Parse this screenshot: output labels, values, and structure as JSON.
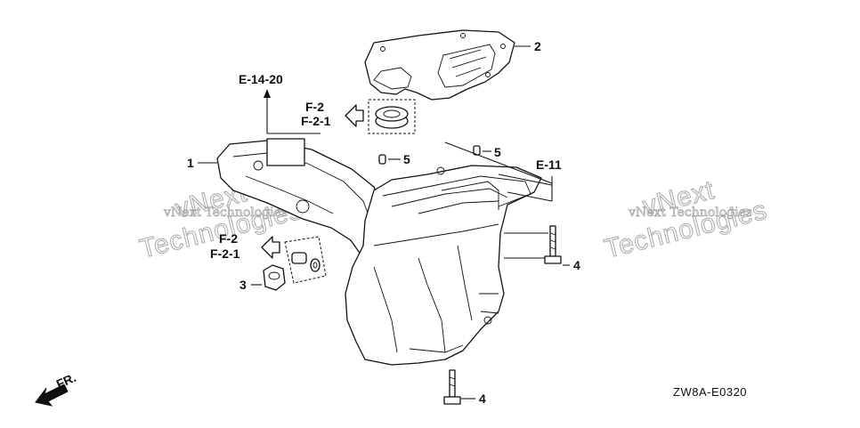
{
  "callouts": {
    "c1": "1",
    "c2": "2",
    "c3": "3",
    "c4_right": "4",
    "c4_bottom": "4",
    "c5_center": "5",
    "c5_right": "5"
  },
  "references": {
    "e14_20": "E-14-20",
    "e11": "E-11",
    "f2_top": "F-2",
    "f21_top": "F-2-1",
    "f2_left": "F-2",
    "f21_left": "F-2-1"
  },
  "watermarks": {
    "left_small": "vNext Technologies",
    "left_big": "Technologies",
    "left_v": "vNext",
    "right_small": "vNext Technologies",
    "right_big": "Technologies",
    "right_v": "vNext"
  },
  "front_marker": "FR.",
  "diagram_code": "ZW8A-E0320"
}
